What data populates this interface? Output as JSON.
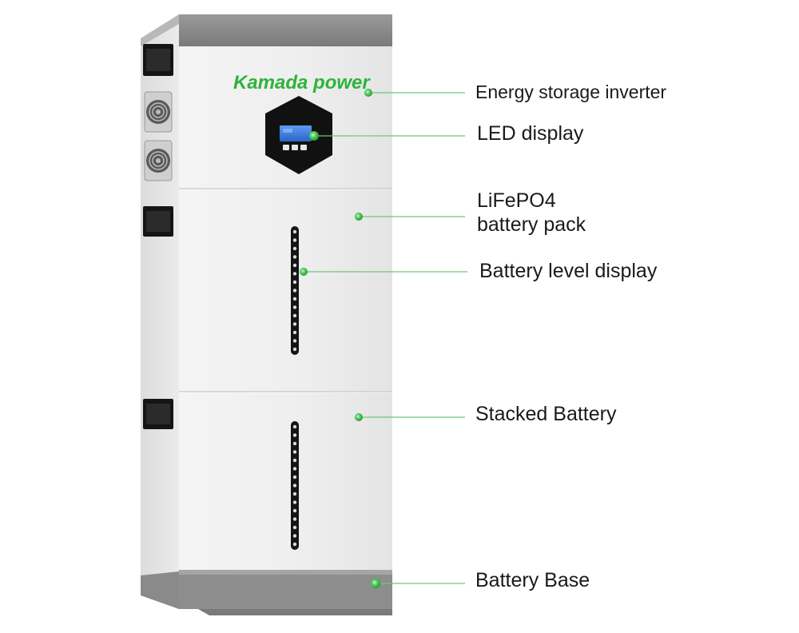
{
  "brand": {
    "logo_text": "Kamada power",
    "logo_color": "#2fb33a"
  },
  "callouts": [
    {
      "id": "inverter",
      "label": "Energy storage inverter"
    },
    {
      "id": "led",
      "label": "LED display"
    },
    {
      "id": "lifepo4",
      "label_lines": [
        "LiFePO4",
        "battery pack"
      ]
    },
    {
      "id": "level",
      "label": "Battery level display"
    },
    {
      "id": "stacked",
      "label": "Stacked Battery"
    },
    {
      "id": "base",
      "label": "Battery Base"
    }
  ],
  "colors": {
    "accent_green": "#3cc04a",
    "leader_line": "#6cc878",
    "cabinet_white": "#eeeeee",
    "cabinet_side": "#e2e2e2",
    "trim_gray": "#8c8c8c",
    "display_blue": "#3f7fe0"
  }
}
